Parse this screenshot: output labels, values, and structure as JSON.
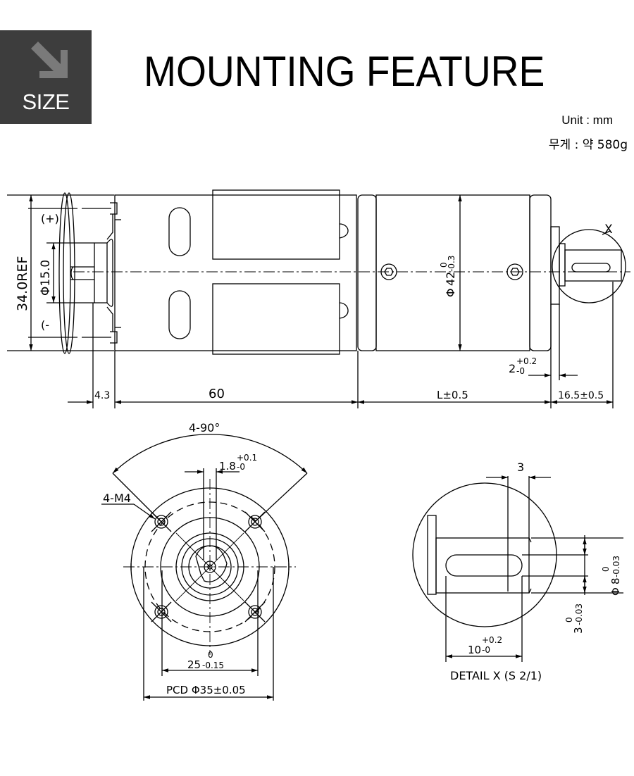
{
  "header": {
    "badge_label": "SIZE",
    "badge_icon": "arrow-down-right-icon",
    "title": "MOUNTING FEATURE",
    "unit": "Unit : mm",
    "weight": "무게 : 약 580g"
  },
  "side_view": {
    "dim_ref": "34.0REF",
    "dim_diameter_inner": "Φ15.0",
    "plus_terminal": "(+)",
    "minus_terminal": "(-",
    "dim_body_main": "42",
    "dim_body_tol_top": "0",
    "dim_body_tol_bottom": "-0.3",
    "dim_body_prefix": "Φ",
    "callout_x": "X",
    "dim_step_main": "2",
    "dim_step_tol_top": "+0.2",
    "dim_step_tol_bottom": "-0",
    "dim_left": "4.3",
    "dim_motor": "60",
    "dim_gearbox": "L±0.5",
    "dim_shaft": "16.5±0.5"
  },
  "front_view": {
    "dim_angle": "4-90°",
    "dim_slot_main": "1.8",
    "dim_slot_tol_top": "+0.1",
    "dim_slot_tol_bottom": "-0",
    "dim_holes": "4-M4",
    "dim_pilot_main": "25",
    "dim_pilot_tol_top": "0",
    "dim_pilot_tol_bottom": "-0.15",
    "dim_pcd": "PCD Φ35±0.05"
  },
  "detail_view": {
    "dim_key_offset": "3",
    "dim_shaft_main": "8",
    "dim_shaft_tol_top": "0",
    "dim_shaft_tol_bottom": "-0.03",
    "dim_shaft_prefix": "Φ",
    "dim_flat_main": "3",
    "dim_flat_tol_top": "0",
    "dim_flat_tol_bottom": "-0.03",
    "dim_key_main": "10",
    "dim_key_tol_top": "+0.2",
    "dim_key_tol_bottom": "-0",
    "caption": "DETAIL X (S 2/1)"
  }
}
